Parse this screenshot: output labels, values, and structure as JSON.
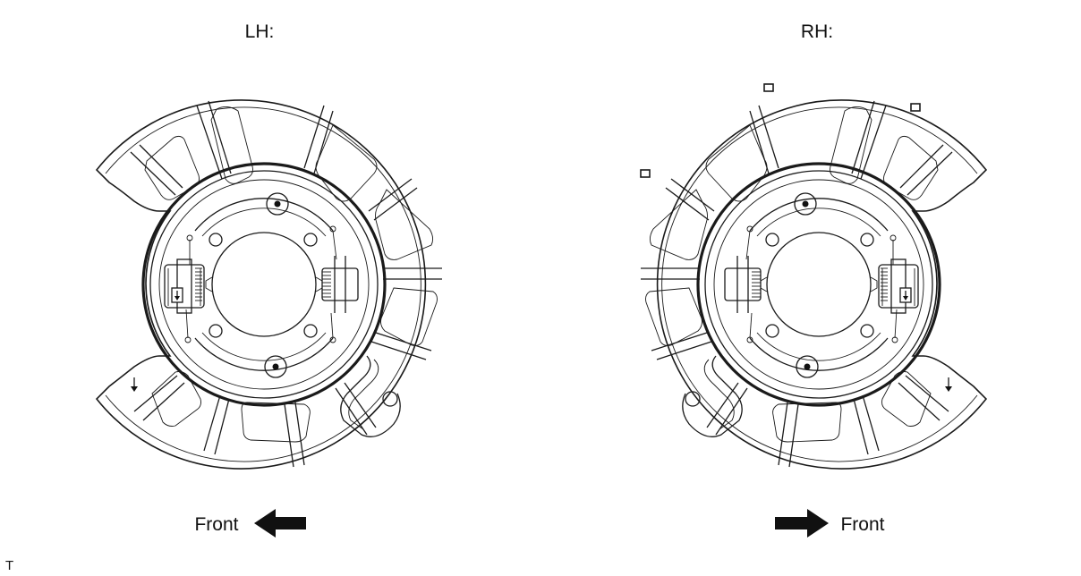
{
  "labels": {
    "left_side": "LH:",
    "right_side": "RH:",
    "left_front": "Front",
    "right_front": "Front",
    "figure_code": "T"
  },
  "panels": [
    {
      "id": "lh",
      "arrow_direction": "left"
    },
    {
      "id": "rh",
      "arrow_direction": "right"
    }
  ],
  "colors": {
    "line": "#1a1a1a",
    "arrow": "#111111",
    "background": "#ffffff"
  },
  "icons": {
    "front_arrow": "arrow-icon"
  }
}
